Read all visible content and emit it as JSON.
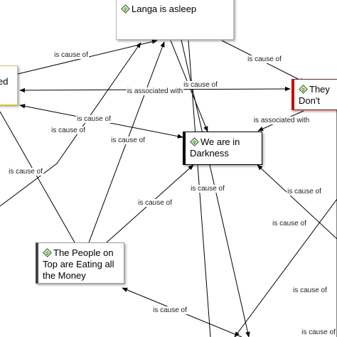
{
  "concept_map": {
    "concepts": [
      {
        "id": "langa",
        "title": "Langa is asleep",
        "border": "#b8b8b8",
        "accent": ""
      },
      {
        "id": "left",
        "title": "ed",
        "border": "#f2c200",
        "accent": ""
      },
      {
        "id": "they",
        "title": "They Don't",
        "border": "#cc0000",
        "accent": "#cc0000"
      },
      {
        "id": "dark",
        "title": "We are in Darkness",
        "border": "#000000",
        "accent": "#000000"
      },
      {
        "id": "people",
        "title": "The People on Top are Eating all the Money",
        "border": "#9a9a9a",
        "accent": "#444444"
      }
    ],
    "relations": [
      {
        "id": "r1",
        "label": "is cause of"
      },
      {
        "id": "r2",
        "label": "is cause of"
      },
      {
        "id": "r3",
        "label": "is associated with"
      },
      {
        "id": "r4",
        "label": "is cause of"
      },
      {
        "id": "r5",
        "label": "is cause of"
      },
      {
        "id": "r6",
        "label": "is associated with"
      },
      {
        "id": "r7",
        "label": "is cause of"
      },
      {
        "id": "r8",
        "label": "is cause of"
      },
      {
        "id": "r9",
        "label": "is cause of"
      },
      {
        "id": "r10",
        "label": "is cause of"
      },
      {
        "id": "r11",
        "label": "is cause of"
      },
      {
        "id": "r12",
        "label": "is cause of"
      },
      {
        "id": "r13",
        "label": "is cause of"
      },
      {
        "id": "r14",
        "label": "is cause of"
      },
      {
        "id": "r15",
        "label": "is cause of"
      },
      {
        "id": "r16",
        "label": "is cause of"
      }
    ]
  }
}
